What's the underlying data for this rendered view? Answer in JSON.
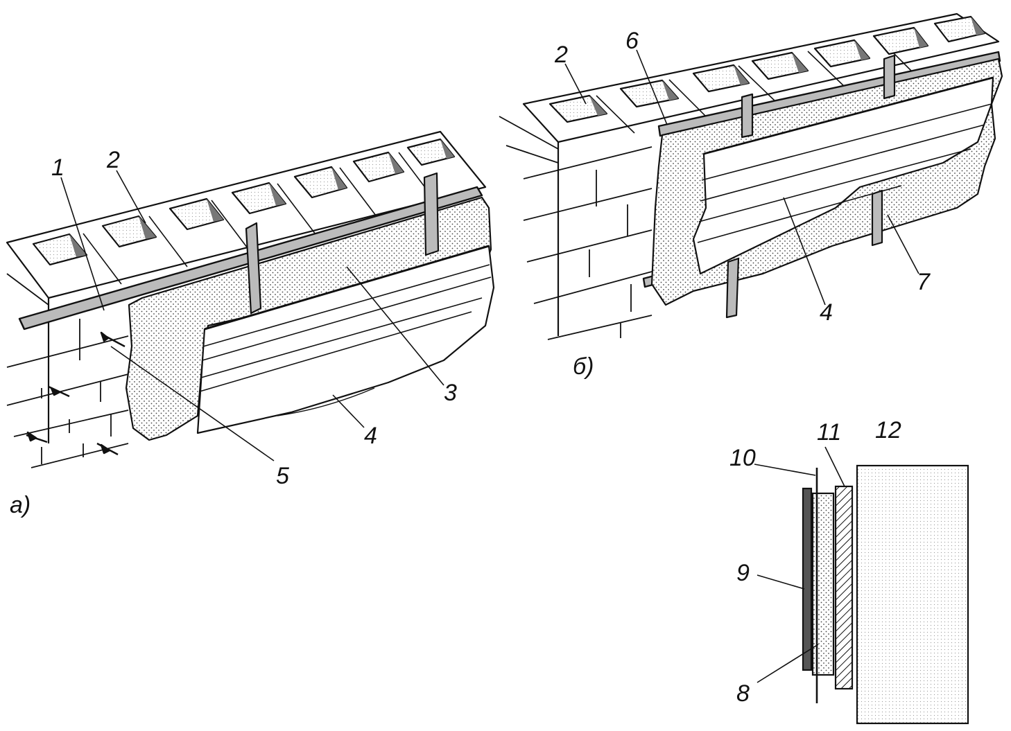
{
  "figure_a": {
    "caption": "а)",
    "labels": {
      "n1": "1",
      "n2": "2",
      "n3": "3",
      "n4": "4",
      "n5": "5"
    }
  },
  "figure_b": {
    "caption": "б)",
    "labels": {
      "n2": "2",
      "n4": "4",
      "n6": "6",
      "n7": "7"
    }
  },
  "section": {
    "labels": {
      "n8": "8",
      "n9": "9",
      "n10": "10",
      "n11": "11",
      "n12": "12"
    }
  },
  "colors": {
    "ink": "#111111",
    "paper": "#ffffff",
    "insulation_dots": "#444444"
  }
}
